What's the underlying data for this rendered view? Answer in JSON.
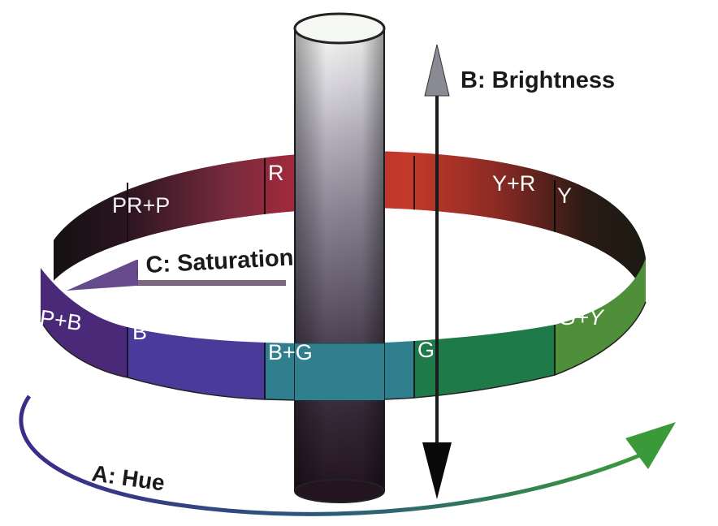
{
  "diagram": {
    "axes": {
      "brightness": "B: Brightness",
      "saturation": "C: Saturation",
      "hue": "A: Hue"
    },
    "hues": {
      "r": "R",
      "pr_p": "PR+P",
      "y_r": "Y+R",
      "y": "Y",
      "p_b": "P+B",
      "b": "B",
      "b_g": "B+G",
      "g": "G",
      "g_y": "G+Y"
    },
    "colors": {
      "red": "#c0303a",
      "dark_red": "#6a1a26",
      "purple": "#4a2a78",
      "blue": "#4a3a9a",
      "blue_green": "#2f7f8f",
      "green": "#1f7a4a",
      "yellow_green": "#4f8f3a",
      "hue_arrow_start": "#3c2a8a",
      "hue_arrow_end": "#3a9a3a",
      "cylinder_dark": "#2a1a24",
      "cylinder_light": "#f4f7f2"
    }
  }
}
